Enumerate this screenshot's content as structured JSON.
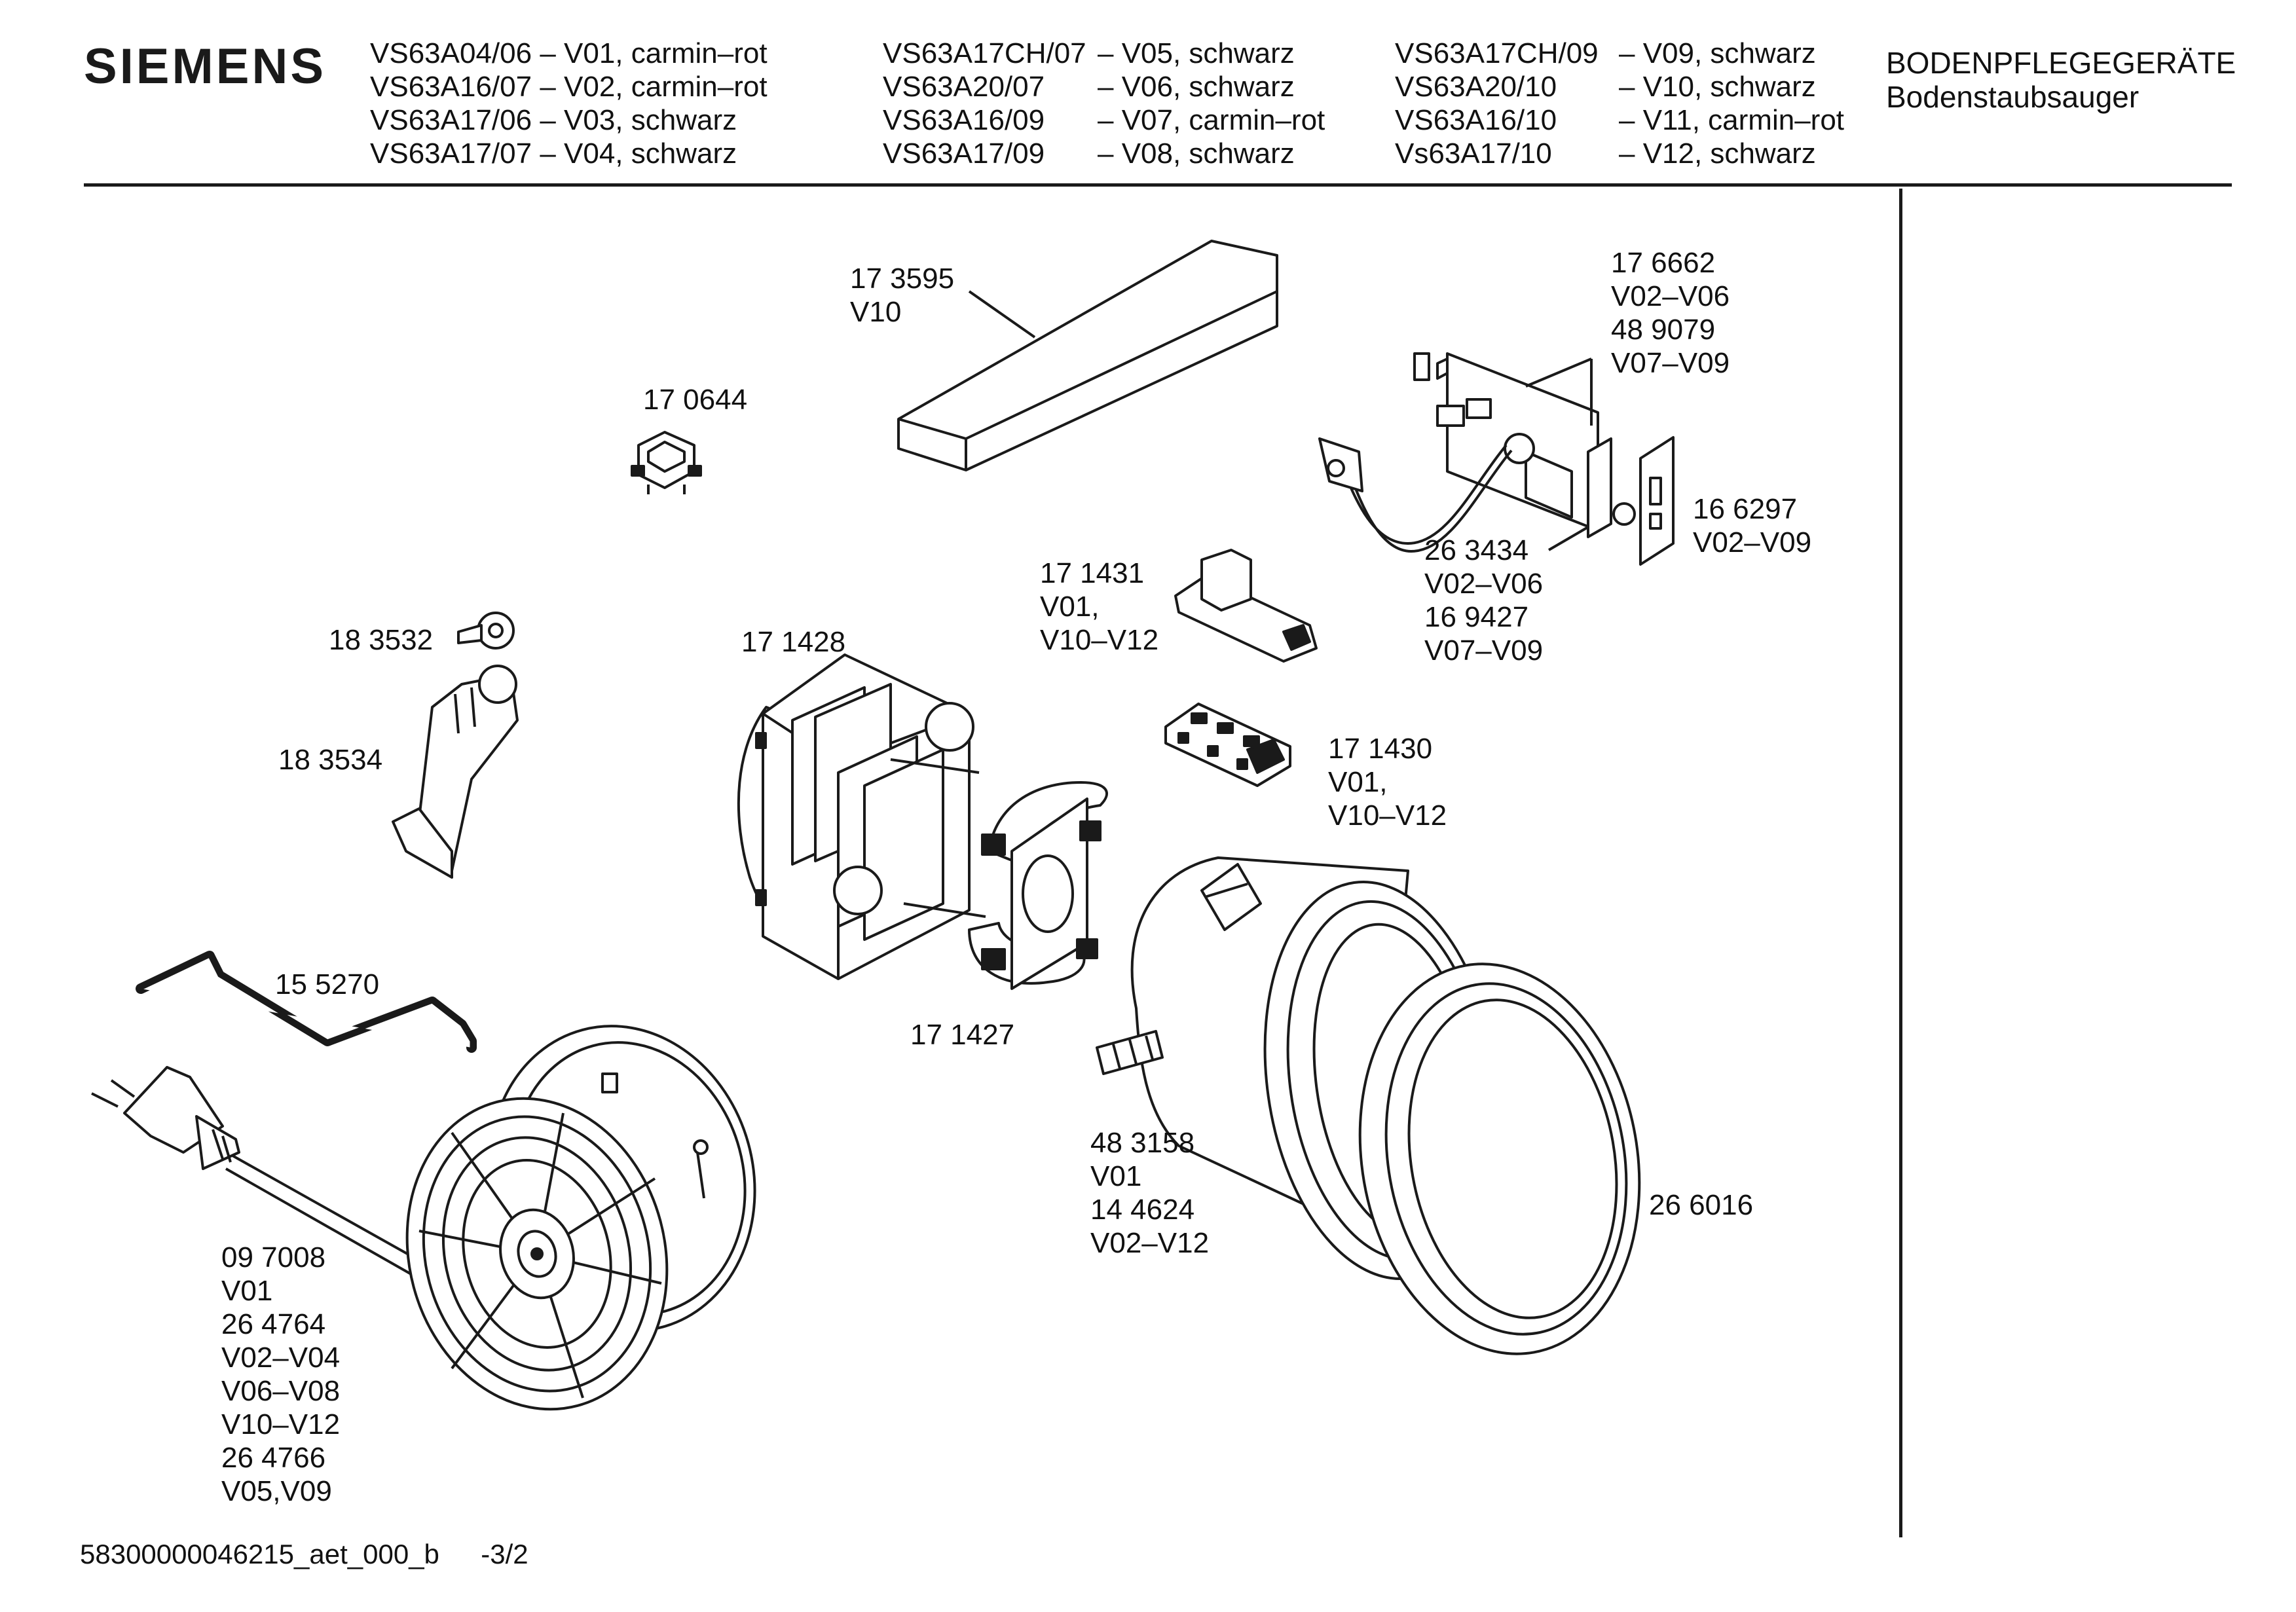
{
  "brand": "SIEMENS",
  "header": {
    "models_col1": [
      "VS63A04/06 – V01, carmin–rot",
      "VS63A16/07 – V02, carmin–rot",
      "VS63A17/06 – V03, schwarz",
      "VS63A17/07 – V04, schwarz"
    ],
    "models_col2_names": [
      "VS63A17CH/07",
      "VS63A20/07",
      "VS63A16/09",
      "VS63A17/09"
    ],
    "models_col2_variants": [
      "– V05, schwarz",
      "– V06, schwarz",
      "– V07, carmin–rot",
      "– V08, schwarz"
    ],
    "models_col3_names": [
      "VS63A17CH/09",
      "VS63A20/10",
      "VS63A16/10",
      "Vs63A17/10"
    ],
    "models_col3_variants": [
      "– V09, schwarz",
      "– V10, schwarz",
      "– V11, carmin–rot",
      "– V12, schwarz"
    ],
    "category": "BODENPFLEGEGERÄTE",
    "subcategory": "Bodenstaubsauger"
  },
  "parts": {
    "p173595": [
      "17 3595",
      "V10"
    ],
    "p170644": [
      "17 0644"
    ],
    "p176662": [
      "17 6662",
      "V02–V06",
      "48 9079",
      "V07–V09"
    ],
    "p166297": [
      "16 6297",
      "V02–V09"
    ],
    "p263434": [
      "26 3434",
      "V02–V06",
      "16 9427",
      "V07–V09"
    ],
    "p171431": [
      "17 1431",
      "V01,",
      "V10–V12"
    ],
    "p183532": [
      "18 3532"
    ],
    "p171428": [
      "17 1428"
    ],
    "p183534": [
      "18 3534"
    ],
    "p171430": [
      "17 1430",
      "V01,",
      "V10–V12"
    ],
    "p155270": [
      "15 5270"
    ],
    "p171427": [
      "17 1427"
    ],
    "p483158": [
      "48 3158",
      "V01",
      "14 4624",
      "V02–V12"
    ],
    "p266016": [
      "26 6016"
    ],
    "p097008": [
      "09 7008",
      "V01",
      "26 4764",
      "V02–V04",
      "V06–V08",
      "V10–V12",
      "26 4766",
      "V05,V09"
    ]
  },
  "footer": {
    "doc_id": "58300000046215_aet_000_b",
    "page": "-3/2"
  }
}
